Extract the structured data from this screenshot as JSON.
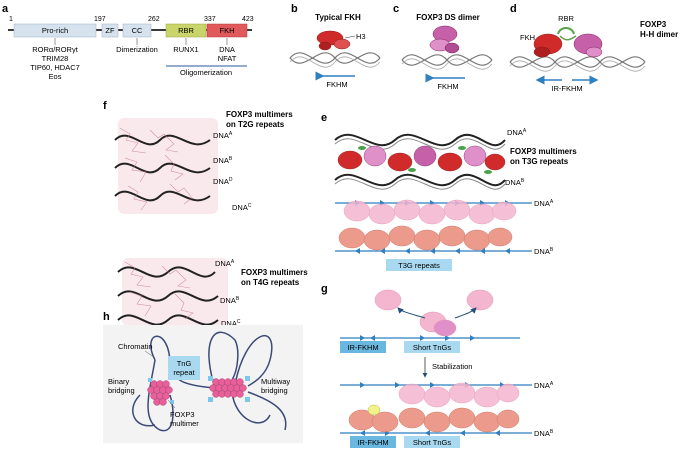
{
  "panels": {
    "a": "a",
    "b": "b",
    "c": "c",
    "d": "d",
    "e": "e",
    "f": "f",
    "g": "g",
    "h": "h"
  },
  "panel_a": {
    "numbers": [
      "1",
      "197",
      "262",
      "337",
      "423"
    ],
    "domains": {
      "prorich": "Pro-rich",
      "zf": "ZF",
      "cc": "CC",
      "rbr": "RBR",
      "fkh": "FKH"
    },
    "partners_prorich": [
      "RORα/RORγt",
      "TRIM28",
      "TIP60, HDAC7",
      "Eos"
    ],
    "partners_cc": "Dimerization",
    "partners_rbr": "RUNX1",
    "partners_fkh": [
      "DNA",
      "NFAT"
    ],
    "oligomerization": "Oligomerization",
    "colors": {
      "prorich": "#d6e3ee",
      "rbr": "#c9d46b",
      "fkh": "#e0595b",
      "bar": "#4f7cac"
    }
  },
  "panel_b": {
    "title": "Typical FKH",
    "h3": "H3",
    "fkhm": "FKHM"
  },
  "panel_c": {
    "title": "FOXP3 DS dimer",
    "fkhm": "FKHM"
  },
  "panel_d": {
    "rbr": "RBR",
    "fkh": "FKH",
    "title_1": "FOXP3",
    "title_2": "H-H dimer",
    "irfkhm": "IR-FKHM"
  },
  "panel_f": {
    "t2g_title_1": "FOXP3 multimers",
    "t2g_title_2": "on T2G repeats",
    "t4g_title_1": "FOXP3 multimers",
    "t4g_title_2": "on T4G repeats",
    "dna": "DNA",
    "sup_a": "A",
    "sup_b": "B",
    "sup_c": "C",
    "sup_d": "D"
  },
  "panel_e": {
    "title_1": "FOXP3 multimers",
    "title_2": "on T3G repeats",
    "dna": "DNA",
    "sup_a": "A",
    "sup_b": "B",
    "repeats": "T3G repeats"
  },
  "panel_g": {
    "irfkhm": "IR-FKHM",
    "short_tngs": "Short TnGs",
    "stabilization": "Stabilization",
    "dna": "DNA",
    "sup_a": "A",
    "sup_b": "B"
  },
  "panel_h": {
    "chromatin": "Chromatin",
    "tng_1": "TnG",
    "tng_2": "repeat",
    "binary_1": "Binary",
    "binary_2": "bridging",
    "multiway_1": "Multiway",
    "multiway_2": "bridging",
    "foxp3_1": "FOXP3",
    "foxp3_2": "multimer"
  }
}
